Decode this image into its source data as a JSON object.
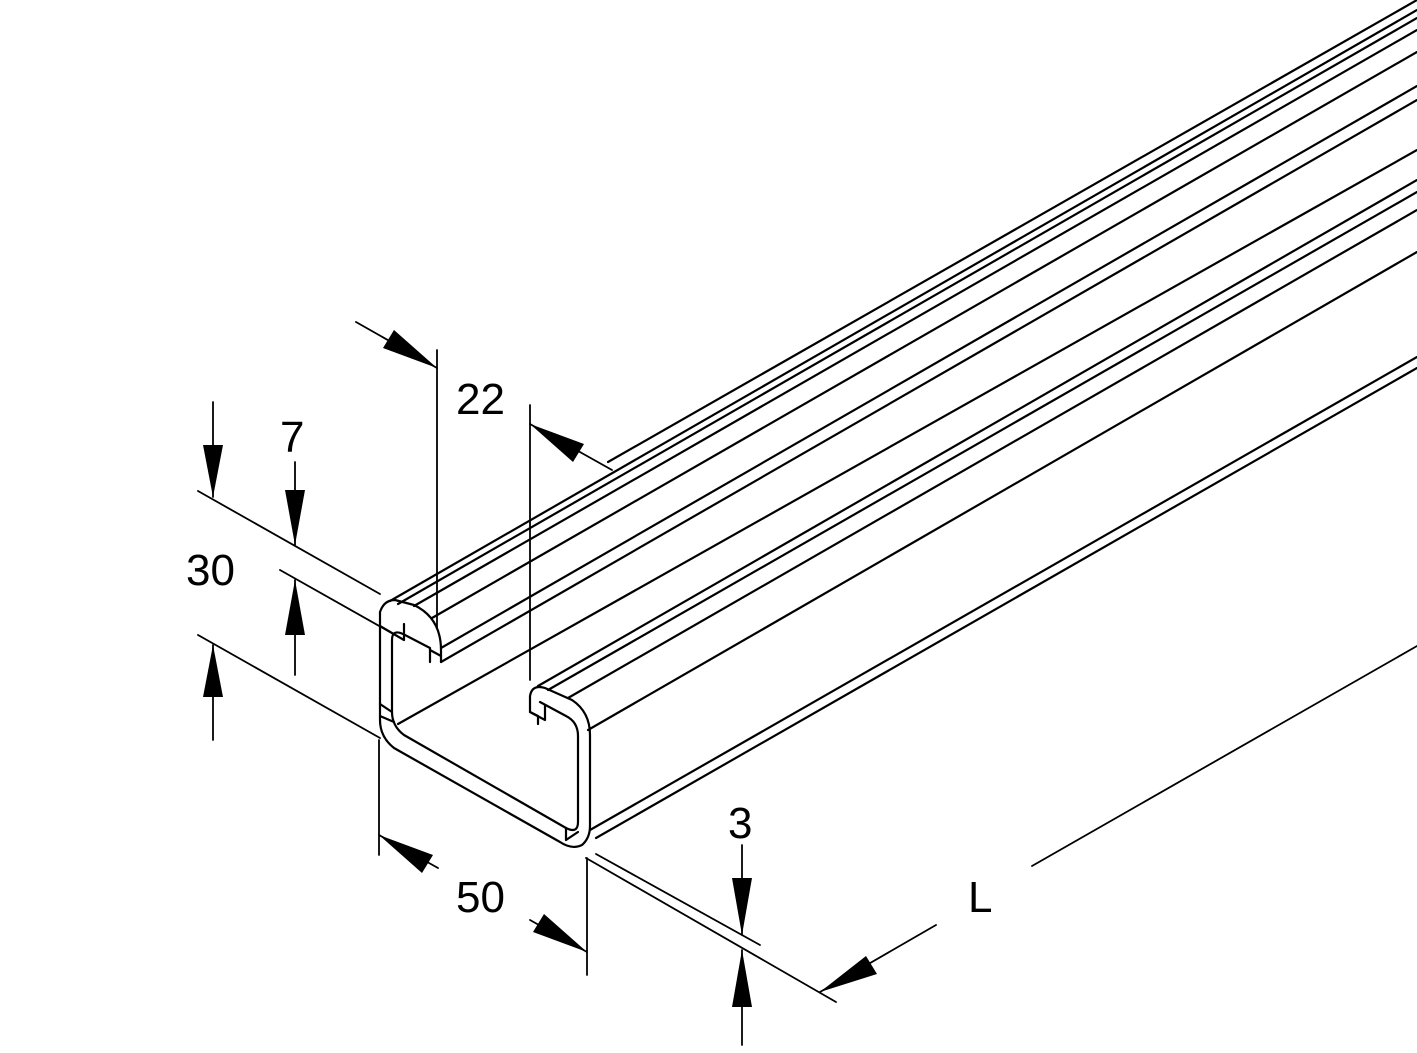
{
  "diagram": {
    "colors": {
      "line": "#000000",
      "background": "#ffffff"
    },
    "dimensions": {
      "height": "30",
      "lip_depth": "7",
      "slot_width": "22",
      "width": "50",
      "thickness": "3",
      "length": "L"
    }
  }
}
